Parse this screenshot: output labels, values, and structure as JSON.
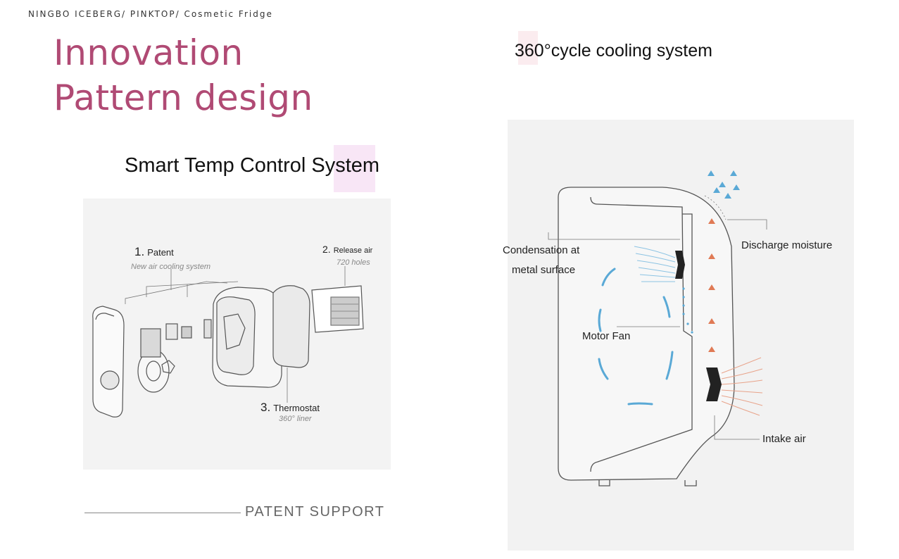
{
  "breadcrumb": "NINGBO ICEBERG/ PINKTOP/ Cosmetic Fridge",
  "title": {
    "line1": "Innovation",
    "line2": "Pattern design"
  },
  "right_heading": "360°cycle cooling system",
  "left_section": {
    "heading": "Smart Temp Control System",
    "callouts": [
      {
        "number": "1.",
        "name": "Patent",
        "sub": "New air cooling system"
      },
      {
        "number": "2.",
        "name": "Release air",
        "sub": "720 holes"
      },
      {
        "number": "3.",
        "name": "Thermostat",
        "sub": "360° liner"
      }
    ]
  },
  "right_section": {
    "labels": {
      "condensation": "Condensation at",
      "condensation2": "metal surface",
      "discharge": "Discharge moisture",
      "motor_fan": "Motor Fan",
      "intake": "Intake air"
    }
  },
  "footer": {
    "text": "PATENT SUPPORT"
  },
  "colors": {
    "title": "#b04a74",
    "cold_arrow": "#5aa9d6",
    "warm_arrow": "#e07a55"
  }
}
